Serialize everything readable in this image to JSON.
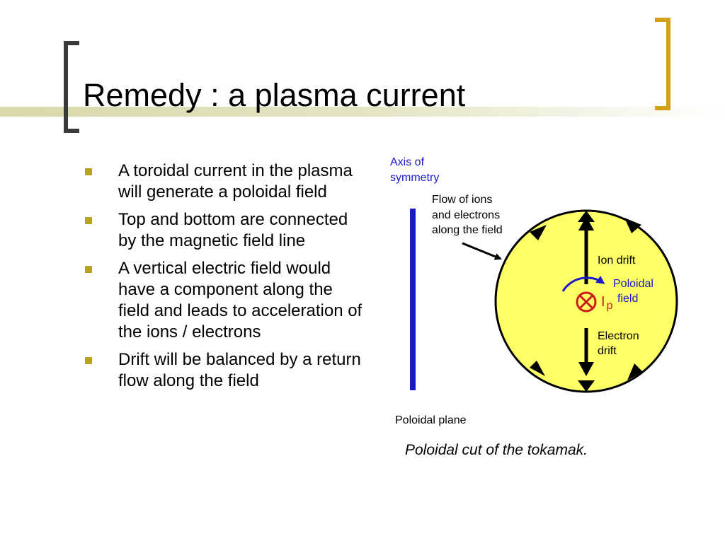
{
  "slide": {
    "title": "Remedy : a plasma current",
    "accent_color": "#cfcf9a",
    "bracket_color": "#d4a017",
    "bullet_color": "#b8a31a"
  },
  "bullets": [
    "A toroidal current in the plasma will generate a poloidal field",
    "Top and bottom are connected by the magnetic field line",
    "A vertical electric field would have a component along the field and leads to acceleration of the ions / electrons",
    "Drift will be balanced by a return flow along the field"
  ],
  "diagram": {
    "axis_label_line1": "Axis of",
    "axis_label_line2": "symmetry",
    "flow_label_line1": "Flow of ions",
    "flow_label_line2": "and electrons",
    "flow_label_line3": "along the field",
    "ion_drift": "Ion drift",
    "poloidal_line1": "Poloidal",
    "poloidal_line2": "field",
    "current_symbol": "I",
    "current_subscript": "p",
    "electron_line1": "Electron",
    "electron_line2": "drift",
    "plane_label": "Poloidal plane",
    "plasma_fill": "#ffff66",
    "axis_color": "#1a1acc",
    "current_color": "#cc1a1a"
  },
  "caption": "Poloidal cut of the tokamak."
}
